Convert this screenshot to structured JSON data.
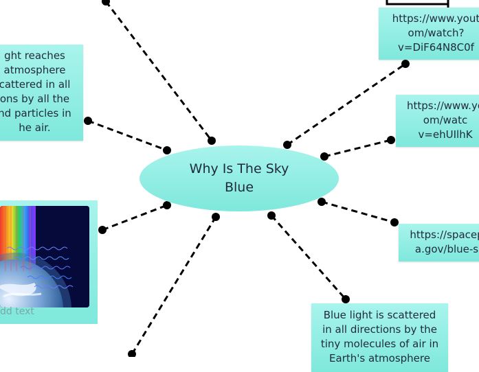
{
  "central": {
    "title": "Why Is The Sky\nBlue"
  },
  "nodes": {
    "left_text": "ght reaches\natmosphere\ncattered in all\nons by all the\nnd particles in\nhe air.",
    "link_1": "https://www.yout\nom/watch?\nv=DiF64N8C0f",
    "link_2": "https://www.yo\nom/watc\nv=ehUIlhK",
    "link_3": "https://spacep\na.gov/blue-s",
    "bottom_text": "Blue light is scattered\nin all directions by the\ntiny molecules of air in\nEarth's atmosphere",
    "image_caption": "dd text"
  },
  "colors": {
    "node_fill": "#8ff0e6",
    "connector": "#000000",
    "image_background": "#050a3a"
  },
  "icons": [
    "image-thumbnail-icon"
  ]
}
